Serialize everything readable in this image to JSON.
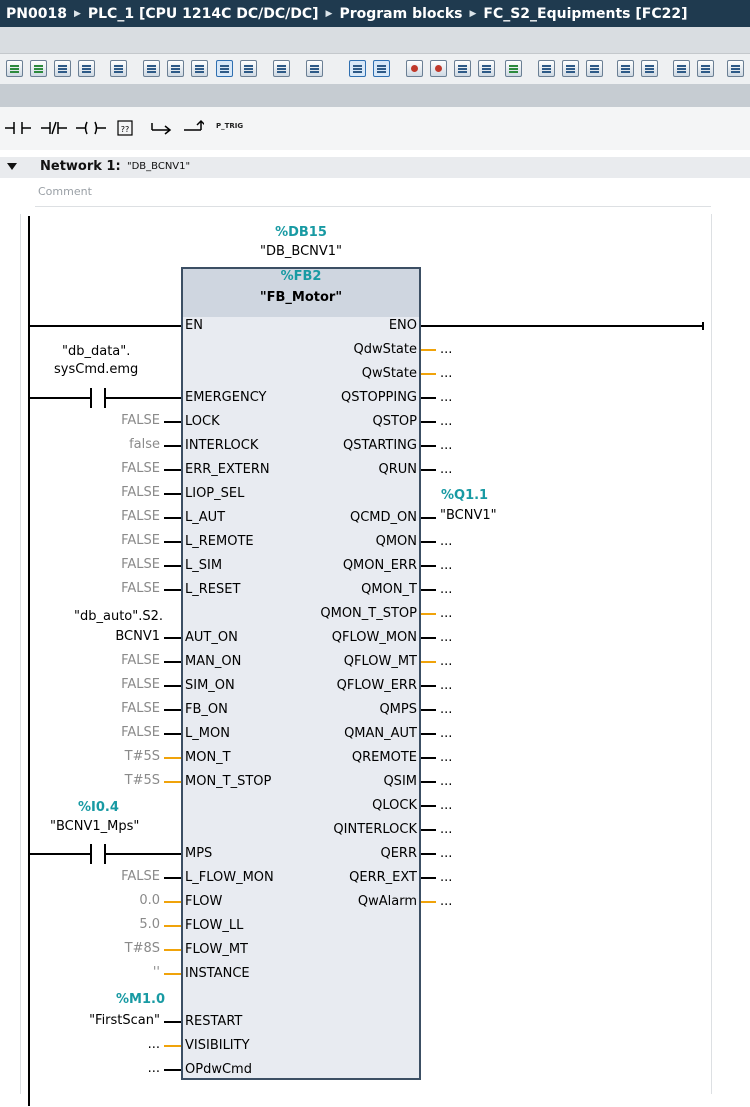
{
  "breadcrumb": [
    "PN0018",
    "PLC_1 [CPU 1214C DC/DC/DC]",
    "Program blocks",
    "FC_S2_Equipments [FC22]"
  ],
  "ladder_toolbar": {
    "ptrig_label": "P_TRIG"
  },
  "network": {
    "title": "Network 1:",
    "name": "\"DB_BCNV1\"",
    "comment_placeholder": "Comment"
  },
  "block": {
    "instance_addr": "%DB15",
    "instance_name": "\"DB_BCNV1\"",
    "fb_addr": "%FB2",
    "fb_name": "\"FB_Motor\""
  },
  "inputs": [
    {
      "pin": "EN",
      "value": ""
    },
    {
      "pin": "EMERGENCY",
      "value": ""
    },
    {
      "pin": "LOCK",
      "value": "FALSE"
    },
    {
      "pin": "INTERLOCK",
      "value": "false"
    },
    {
      "pin": "ERR_EXTERN",
      "value": "FALSE"
    },
    {
      "pin": "LIOP_SEL",
      "value": "FALSE"
    },
    {
      "pin": "L_AUT",
      "value": "FALSE"
    },
    {
      "pin": "L_REMOTE",
      "value": "FALSE"
    },
    {
      "pin": "L_SIM",
      "value": "FALSE"
    },
    {
      "pin": "L_RESET",
      "value": "FALSE"
    },
    {
      "pin": "AUT_ON",
      "value": "BCNV1"
    },
    {
      "pin": "MAN_ON",
      "value": "FALSE"
    },
    {
      "pin": "SIM_ON",
      "value": "FALSE"
    },
    {
      "pin": "FB_ON",
      "value": "FALSE"
    },
    {
      "pin": "L_MON",
      "value": "FALSE"
    },
    {
      "pin": "MON_T",
      "value": "T#5S"
    },
    {
      "pin": "MON_T_STOP",
      "value": "T#5S"
    },
    {
      "pin": "MPS",
      "value": ""
    },
    {
      "pin": "L_FLOW_MON",
      "value": "FALSE"
    },
    {
      "pin": "FLOW",
      "value": "0.0"
    },
    {
      "pin": "FLOW_LL",
      "value": "5.0"
    },
    {
      "pin": "FLOW_MT",
      "value": "T#8S"
    },
    {
      "pin": "INSTANCE",
      "value": "''"
    },
    {
      "pin": "RESTART",
      "value": "\"FirstScan\""
    },
    {
      "pin": "VISIBILITY",
      "value": "..."
    },
    {
      "pin": "OPdwCmd",
      "value": "..."
    }
  ],
  "outputs": [
    {
      "pin": "ENO",
      "value": ""
    },
    {
      "pin": "QdwState",
      "value": "..."
    },
    {
      "pin": "QwState",
      "value": "..."
    },
    {
      "pin": "QSTOPPING",
      "value": "..."
    },
    {
      "pin": "QSTOP",
      "value": "..."
    },
    {
      "pin": "QSTARTING",
      "value": "..."
    },
    {
      "pin": "QRUN",
      "value": "..."
    },
    {
      "pin": "QCMD_ON",
      "value": "\"BCNV1\""
    },
    {
      "pin": "QMON",
      "value": "..."
    },
    {
      "pin": "QMON_ERR",
      "value": "..."
    },
    {
      "pin": "QMON_T",
      "value": "..."
    },
    {
      "pin": "QMON_T_STOP",
      "value": "..."
    },
    {
      "pin": "QFLOW_MON",
      "value": "..."
    },
    {
      "pin": "QFLOW_MT",
      "value": "..."
    },
    {
      "pin": "QFLOW_ERR",
      "value": "..."
    },
    {
      "pin": "QMPS",
      "value": "..."
    },
    {
      "pin": "QMAN_AUT",
      "value": "..."
    },
    {
      "pin": "QREMOTE",
      "value": "..."
    },
    {
      "pin": "QSIM",
      "value": "..."
    },
    {
      "pin": "QLOCK",
      "value": "..."
    },
    {
      "pin": "QINTERLOCK",
      "value": "..."
    },
    {
      "pin": "QERR",
      "value": "..."
    },
    {
      "pin": "QERR_EXT",
      "value": "..."
    },
    {
      "pin": "QwAlarm",
      "value": "..."
    }
  ],
  "operands": {
    "emergency_line1": "\"db_data\".",
    "emergency_line2": "sysCmd.emg",
    "aut_on_line1": "\"db_auto\".S2.",
    "mps_addr": "%I0.4",
    "mps_name": "\"BCNV1_Mps\"",
    "qcmd_on_addr": "%Q1.1",
    "restart_addr": "%M1.0"
  },
  "colors": {
    "address": "#189aa3",
    "wire": "#000000",
    "param_wire_orange": "#f0a30a",
    "breadcrumb_bg": "#1f3a4f"
  }
}
